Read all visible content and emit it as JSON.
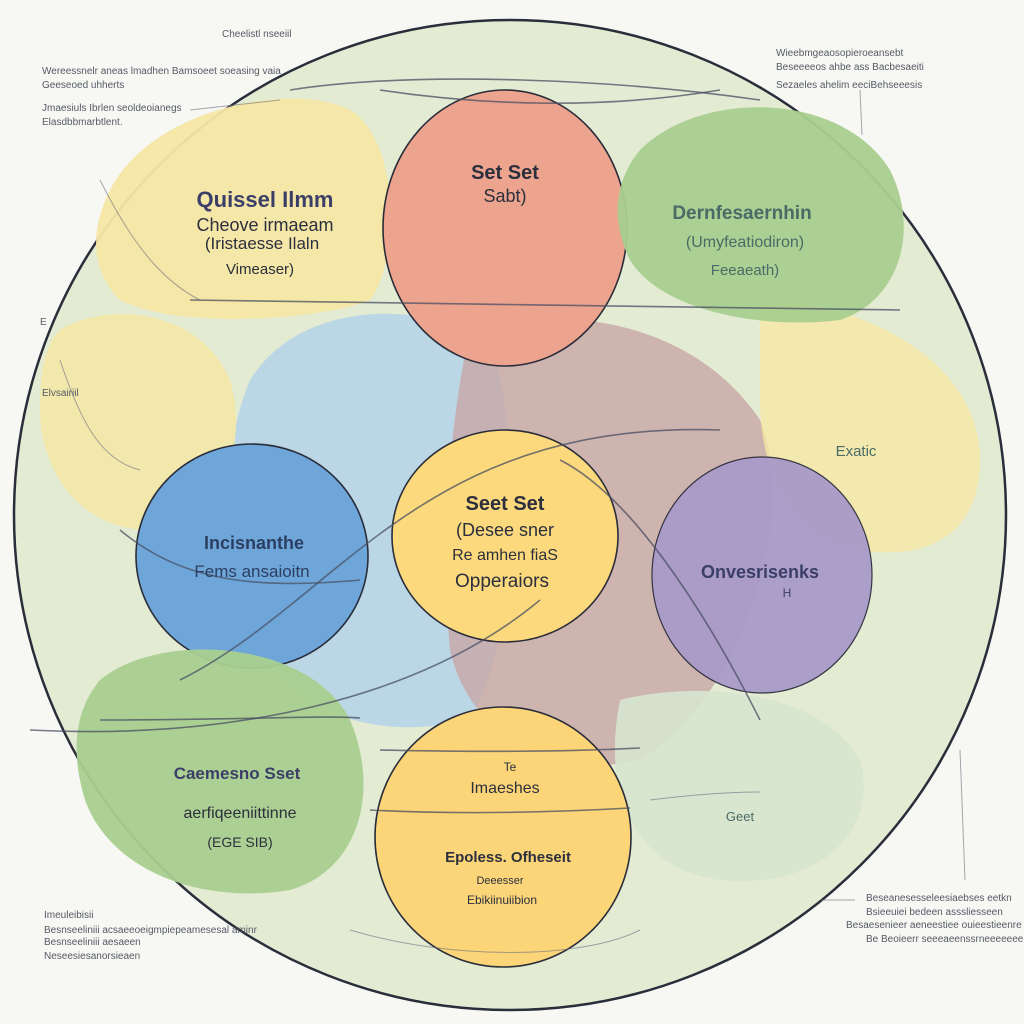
{
  "colors": {
    "outer_fill": "#e3ebd3",
    "yellow": "#f6e7a4",
    "red": "#eda48e",
    "green": "#a9cf8f",
    "blue_light": "#b4d3e7",
    "mauve": "#c8a6a6",
    "blue": "#6ea6d9",
    "center_yellow": "#fbd97c",
    "purple": "#a99ac9",
    "bottom_yellow": "#fbd578",
    "pale_green": "#d6e6cf",
    "text_dark": "#2c2f3d",
    "text_navy": "#3b3f68",
    "text_teal": "#4a6b66"
  },
  "nodes": {
    "top_left": {
      "line1": "Quissel Ilmm",
      "line2": "Cheove irmaeam",
      "line3": "(Iristaesse Ilaln",
      "line4": "Vimeaser)"
    },
    "top_center": {
      "line1": "Set Set",
      "line2": "Sabt)"
    },
    "top_right": {
      "line1": "Dernfesaernhin",
      "line2": "(Umyfeatiodiron)",
      "line3": "Feeaeath)"
    },
    "right_far": {
      "line1": "Exatic"
    },
    "center": {
      "line1": "Seet Set",
      "line2": "(Desee sner",
      "line3": "Re amhen fiaS",
      "line4": "Opperaiors"
    },
    "left_blue": {
      "line1": "Incisnanthe",
      "line2": "Fems ansaioitn"
    },
    "right_purple": {
      "line1": "Onvesrisenks",
      "line2": "H"
    },
    "bottom_left": {
      "line1": "Caemesno Sset",
      "line2": "aerfiqeeniittinne",
      "line3": "(EGE SIB)"
    },
    "bottom_center": {
      "line1": "Te",
      "line2": "Imaeshes",
      "line3": "Epoless. Ofheseit",
      "line4": "Deeesser",
      "line5": "Ebikiinuiibion"
    },
    "bottom_right": {
      "line1": "Geet"
    }
  },
  "annotations": {
    "top_center": "Cheelistl nseeiil",
    "top_left_1": "Wereessnelr aneas lmadhen Bamsoeet soeasing vaia",
    "top_left_2": "Geeseoed uhherts",
    "top_left_3": "Jmaesiuls Ibrlen seoldeoianegs",
    "top_left_4": "Elasdbbmarbtlent.",
    "top_right_1": "Wieebmgeaosopieroeansebt",
    "top_right_2": "Beseeeeos ahbe ass Bacbesaeiti",
    "top_right_3": "Sezaeles ahelim eeciBehseeesis",
    "left_1": "E",
    "left_2": "Elvsairiil",
    "bottom_left_1": "Imeuleibisii",
    "bottom_left_2": "Besnseeliniii acsaeeoeigmpiepeamesesal aminr",
    "bottom_left_3": "Besnseeliniii aesaeen",
    "bottom_left_4": "Neseesiesanorsieaen",
    "bottom_right_1": "Beseanesesseleesiaebses eetkn",
    "bottom_right_2": "Bsieeuiei bedeen asssliesseen",
    "bottom_right_3": "Besaesenieer aeneestiee ouieestieenre",
    "bottom_right_4": "Be Beoieerr seeeaeenssrneeeeeeenoeeg"
  }
}
